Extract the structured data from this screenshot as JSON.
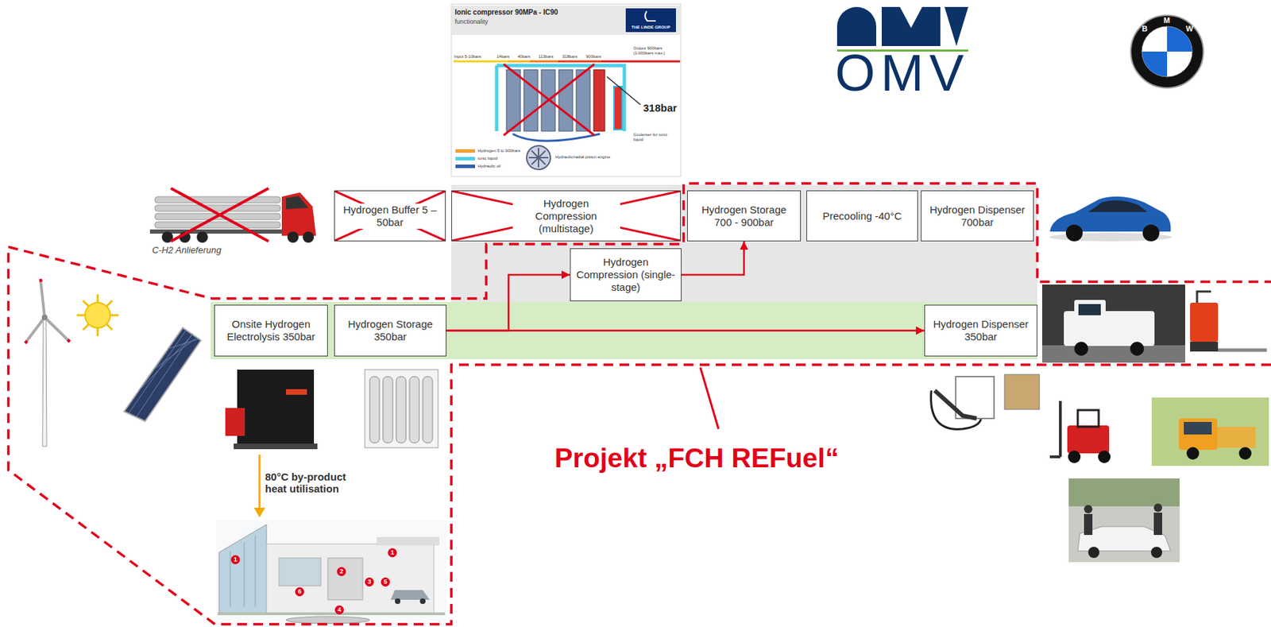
{
  "diagram": {
    "nodes": [
      {
        "text": [
          "Hydrogen Buffer 5 – 50bar"
        ]
      },
      {
        "text": [
          "Hydrogen Compression (multistage)"
        ]
      },
      {
        "text": [
          "Hydrogen Storage 700 - 900bar"
        ]
      },
      {
        "text": [
          "Precooling -40°C"
        ]
      },
      {
        "text": [
          "Hydrogen Dispenser 700bar"
        ]
      },
      {
        "text": [
          "Hydrogen Compression (single-stage)"
        ]
      },
      {
        "text": [
          "Onsite Hydrogen Electrolysis 350bar"
        ]
      },
      {
        "text": [
          "Hydrogen Storage 350bar"
        ]
      },
      {
        "text": [
          "Hydrogen Dispenser 350bar"
        ]
      }
    ],
    "edges": [
      {
        "from": 7,
        "to": 8,
        "arrow": "to"
      },
      {
        "from": 7,
        "to": 5,
        "arrow": "to"
      },
      {
        "from": 5,
        "to": 2,
        "arrow": "to"
      }
    ],
    "labels": [
      "Ionic compressor 90MPa - IC90",
      "functionality",
      "THE LINDE GROUP",
      "Input 5-10bars",
      "14bars",
      "40bars",
      "113bars",
      "318bars",
      "900bars",
      "Output 900bars (1.000bars max.)",
      "318bar",
      "Coolerser for ionic liquid",
      "Hydrogen 5 to 900bars",
      "ionic liquid",
      "Hydraulic oil",
      "Hydraulic/radial piston engine",
      "OMV",
      "B",
      "M",
      "W",
      "C-H2 Anlieferung",
      "80°C by-product heat utilisation",
      "Projekt „FCH REFuel“",
      "1",
      "1",
      "2",
      "3",
      "5",
      "6",
      "4"
    ]
  }
}
